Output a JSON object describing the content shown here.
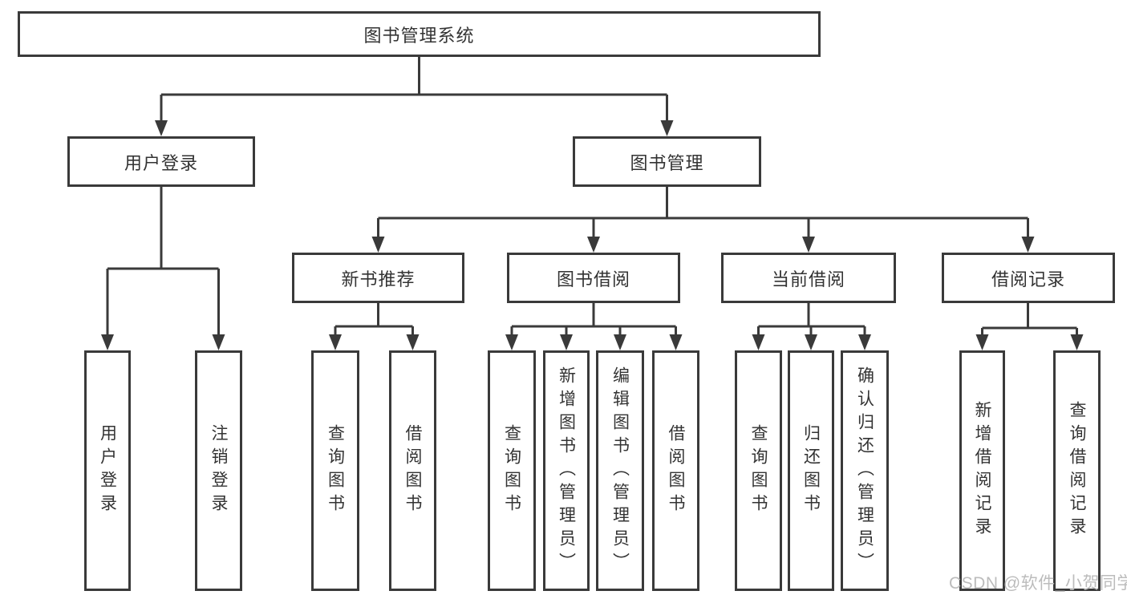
{
  "diagram_title": "图书管理系统",
  "tree": {
    "label": "图书管理系统",
    "children": [
      {
        "label": "用户登录",
        "children": [
          {
            "label": "用户登录"
          },
          {
            "label": "注销登录"
          }
        ]
      },
      {
        "label": "图书管理",
        "children": [
          {
            "label": "新书推荐",
            "children": [
              {
                "label": "查询图书"
              },
              {
                "label": "借阅图书"
              }
            ]
          },
          {
            "label": "图书借阅",
            "children": [
              {
                "label": "查询图书"
              },
              {
                "label": "新增图书（管理员）"
              },
              {
                "label": "编辑图书（管理员）"
              },
              {
                "label": "借阅图书"
              }
            ]
          },
          {
            "label": "当前借阅",
            "children": [
              {
                "label": "查询图书"
              },
              {
                "label": "归还图书"
              },
              {
                "label": "确认归还（管理员）"
              }
            ]
          },
          {
            "label": "借阅记录",
            "children": [
              {
                "label": "新增借阅记录"
              },
              {
                "label": "查询借阅记录"
              }
            ]
          }
        ]
      }
    ]
  },
  "watermark": "CSDN @软件_小贺同学",
  "colors": {
    "line": "#3a3a3a",
    "node_border": "#3a3a3a",
    "node_fill": "#ffffff",
    "text": "#333333",
    "watermark": "#bcbcbc",
    "background": "#ffffff"
  }
}
